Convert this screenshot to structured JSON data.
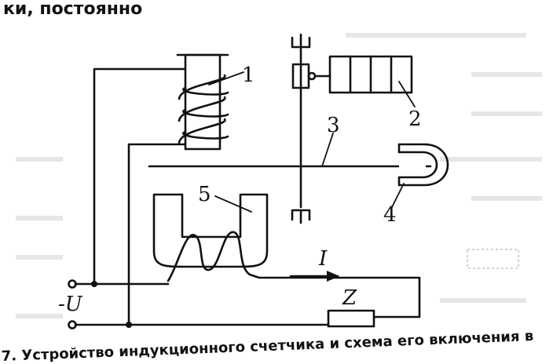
{
  "header_text": "ки, постоянно",
  "labels": {
    "coil": "1",
    "counter": "2",
    "axle": "3",
    "magnet": "4",
    "current_coil": "5",
    "current": "I",
    "voltage": "-U",
    "load": "Z"
  },
  "caption": "7. Устройство индукционного счетчика и схема его включения в",
  "colors": {
    "ink": "#111111",
    "paper": "#ffffff",
    "bleed": "#b8b8b8"
  }
}
